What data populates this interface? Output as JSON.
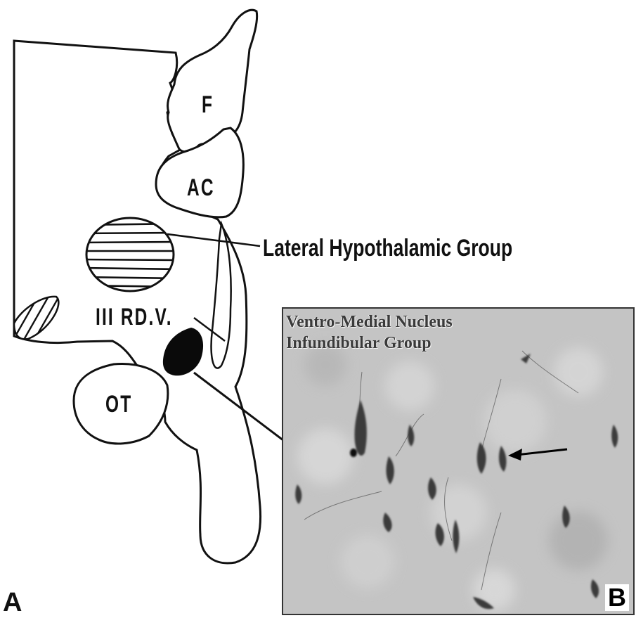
{
  "panel_a": {
    "letter": "A",
    "labels": {
      "fornix": "F",
      "anterior_commissure": "AC",
      "third_ventricle": "III RD.V.",
      "optic_tract": "OT"
    },
    "callout": "Lateral Hypothalamic Group"
  },
  "panel_b": {
    "letter": "B",
    "title_line1": "Ventro-Medial Nucleus",
    "title_line2": "Infundibular Group"
  },
  "colors": {
    "ink": "#111111",
    "micrograph_bg": "#c7c7c7",
    "neuron": "#3a3a3a"
  }
}
